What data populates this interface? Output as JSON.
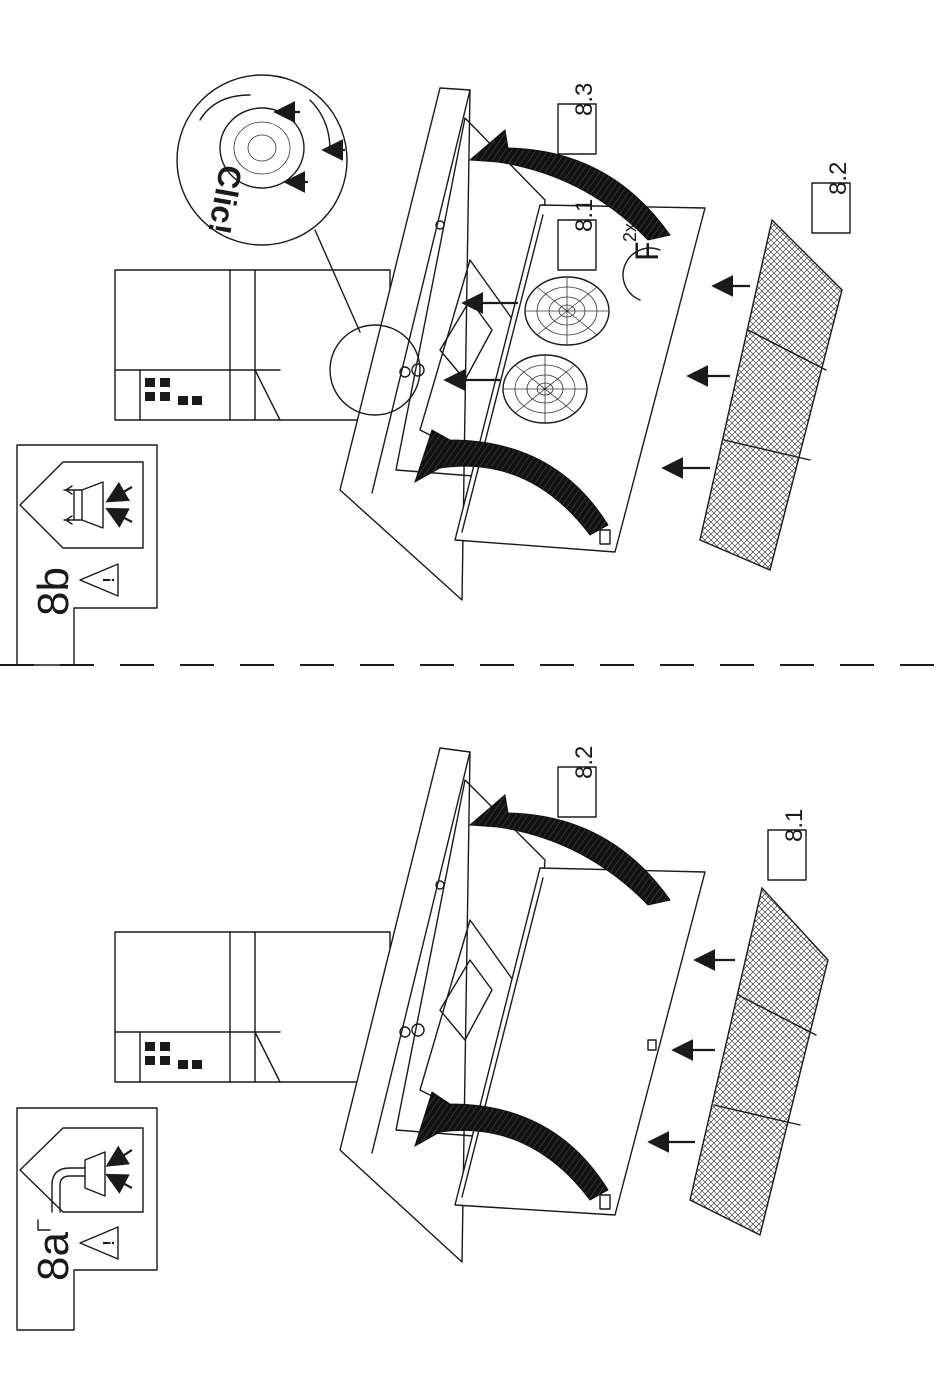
{
  "upper": {
    "panel_label": "8b",
    "callout_text": "Clic!",
    "step_labels": [
      "8.3",
      "8.1",
      "8.2"
    ],
    "filter_symbol": "F",
    "filter_count": "2x"
  },
  "lower": {
    "panel_label": "8a",
    "step_labels": [
      "8.2",
      "8.1"
    ]
  },
  "colors": {
    "line": "#1a1a1a",
    "background": "#ffffff"
  }
}
